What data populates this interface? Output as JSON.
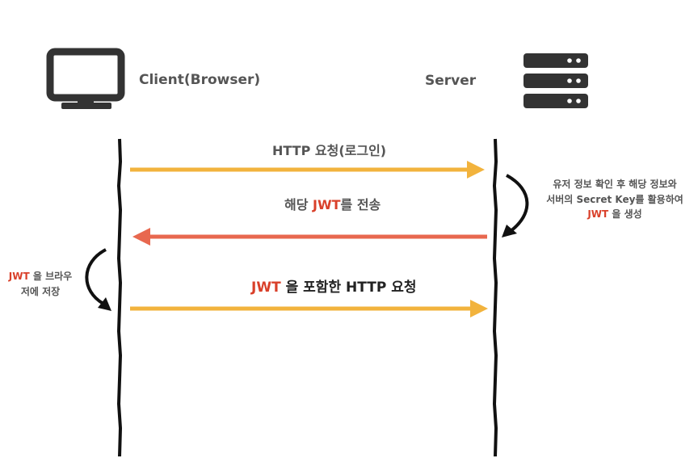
{
  "participants": {
    "client": {
      "label": "Client(Browser)",
      "icon": "monitor-icon"
    },
    "server": {
      "label": "Server",
      "icon": "server-rack-icon"
    }
  },
  "messages": [
    {
      "id": "login",
      "text": "HTTP 요청(로그인)",
      "direction": "client-to-server",
      "color": "#f2b33d"
    },
    {
      "id": "send-jwt",
      "prefix": "해당 ",
      "highlight": "JWT",
      "suffix": "를 전송",
      "direction": "server-to-client",
      "color": "#e8684f"
    },
    {
      "id": "jwt-request",
      "highlight": "JWT",
      "suffix": " 을 포함한 HTTP 요청",
      "direction": "client-to-server",
      "color": "#f2b33d"
    }
  ],
  "notes": {
    "server": {
      "line1": "유저 정보 확인 후 해당 정보와",
      "line2": "서버의 Secret Key를 활용하여",
      "highlight": "JWT",
      "suffix": " 을 생성"
    },
    "client": {
      "highlight": "JWT",
      "line1_suffix": " 을 브라우",
      "line2": "저에 저장"
    }
  },
  "colors": {
    "highlight": "#d9402a",
    "lifeline": "#111111",
    "icon": "#333333",
    "request_arrow": "#f2b33d",
    "response_arrow": "#e8684f"
  }
}
